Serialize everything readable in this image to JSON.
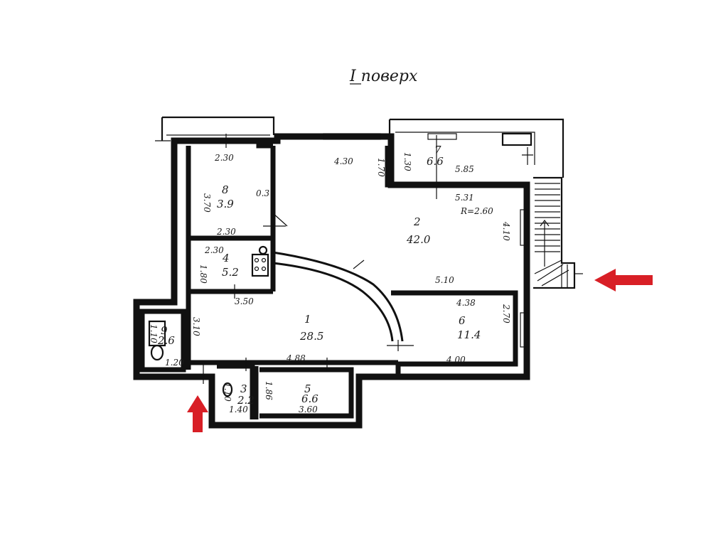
{
  "title": "I поверх",
  "rooms": [
    {
      "id": "1",
      "number": "1",
      "area": "28.5"
    },
    {
      "id": "2",
      "number": "2",
      "area": "42.0"
    },
    {
      "id": "3",
      "number": "3",
      "area": "2.2"
    },
    {
      "id": "4",
      "number": "4",
      "area": "5.2"
    },
    {
      "id": "5",
      "number": "5",
      "area": "6.6"
    },
    {
      "id": "6",
      "number": "6",
      "area": "11.4"
    },
    {
      "id": "7",
      "number": "7",
      "area": "6.6"
    },
    {
      "id": "8",
      "number": "8",
      "area": "3.9"
    },
    {
      "id": "9",
      "number": "9",
      "area": "2.6"
    }
  ],
  "dimensions": {
    "r8_top": "2.30",
    "r8_left": "3.70",
    "r8_right": "0.3",
    "r8_bottom": "2.30",
    "r4_top": "2.30",
    "r4_left": "1.80",
    "r4_bottom": "3.50",
    "r2_top": "4.30",
    "r2_notch": "1.70",
    "r2_right": "5.31",
    "r2_radius": "R=2.60",
    "r2_side": "4.10",
    "r2_bottom": "5.10",
    "r7_left": "1.30",
    "r7_bottom": "5.85",
    "r6_top": "4.38",
    "r6_right": "2.70",
    "r6_bottom": "4.00",
    "r1_left": "3.10",
    "r1_bottom": "4.88",
    "r9_left": "1.10",
    "r9_bottom": "1.20",
    "r3_left": "1.10",
    "r3_bottom": "1.40",
    "r5_left": "1.86",
    "r5_bottom": "3.60"
  },
  "colors": {
    "wall": "#111111",
    "arrow": "#d81f26",
    "paper": "#ffffff"
  },
  "icons": {
    "entrance_arrow_right": "arrow-left-icon",
    "entrance_arrow_bottom": "arrow-up-icon"
  }
}
